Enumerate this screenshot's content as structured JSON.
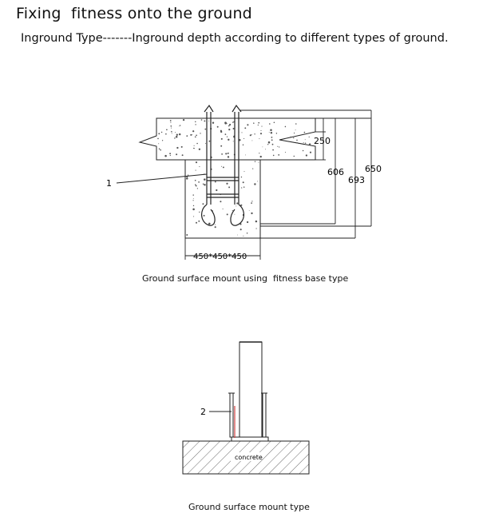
{
  "header": {
    "title": "Fixing  fitness onto the ground",
    "subtitle": "Inground Type-------Inground depth according to different types of ground."
  },
  "figure_inground": {
    "callout_number": "1",
    "dimensions": {
      "top_layer": "250",
      "depth_a": "606",
      "depth_b": "693",
      "depth_c": "650",
      "footing_size": "450*450*450"
    },
    "caption": "Ground surface mount using  fitness base type"
  },
  "figure_surface": {
    "callout_number": "2",
    "slab_label": "concrete",
    "caption": "Ground surface mount type"
  },
  "colors": {
    "line": "#222222",
    "speckle": "#555555",
    "accent_marker": "#d04040"
  }
}
